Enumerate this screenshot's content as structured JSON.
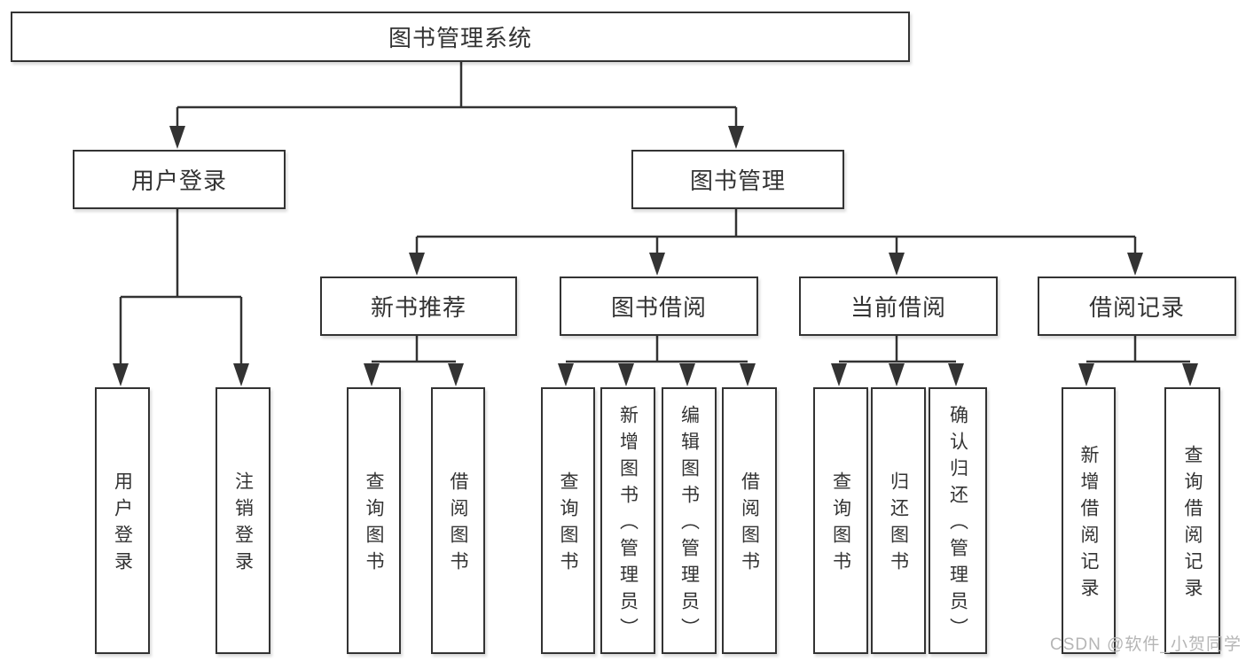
{
  "tree": {
    "label": "图书管理系统",
    "children": [
      {
        "label": "用户登录",
        "children": [
          {
            "label": "用户登录"
          },
          {
            "label": "注销登录"
          }
        ]
      },
      {
        "label": "图书管理",
        "children": [
          {
            "label": "新书推荐",
            "children": [
              {
                "label": "查询图书"
              },
              {
                "label": "借阅图书"
              }
            ]
          },
          {
            "label": "图书借阅",
            "children": [
              {
                "label": "查询图书"
              },
              {
                "label": "新增图书（管理员）"
              },
              {
                "label": "编辑图书（管理员）"
              },
              {
                "label": "借阅图书"
              }
            ]
          },
          {
            "label": "当前借阅",
            "children": [
              {
                "label": "查询图书"
              },
              {
                "label": "归还图书"
              },
              {
                "label": "确认归还（管理员）"
              }
            ]
          },
          {
            "label": "借阅记录",
            "children": [
              {
                "label": "新增借阅记录"
              },
              {
                "label": "查询借阅记录"
              }
            ]
          }
        ]
      }
    ]
  },
  "watermark": {
    "text": "CSDN @软件_小贺同学",
    "color": "#b5b5b5"
  },
  "colors": {
    "line": "#333333",
    "box_border": "#333333",
    "text": "#333333",
    "background": "#ffffff"
  }
}
